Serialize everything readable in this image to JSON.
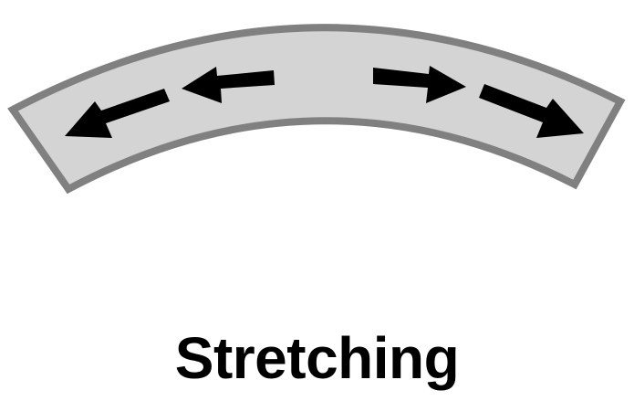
{
  "caption": "Stretching",
  "band": {
    "fill_color": "#d4d4d4",
    "border_color": "#808080"
  },
  "arrows": {
    "color": "#000000",
    "items": [
      {
        "name": "outer-left",
        "direction": "outward-left"
      },
      {
        "name": "inner-left",
        "direction": "outward-left"
      },
      {
        "name": "inner-right",
        "direction": "outward-right"
      },
      {
        "name": "outer-right",
        "direction": "outward-right"
      }
    ]
  }
}
